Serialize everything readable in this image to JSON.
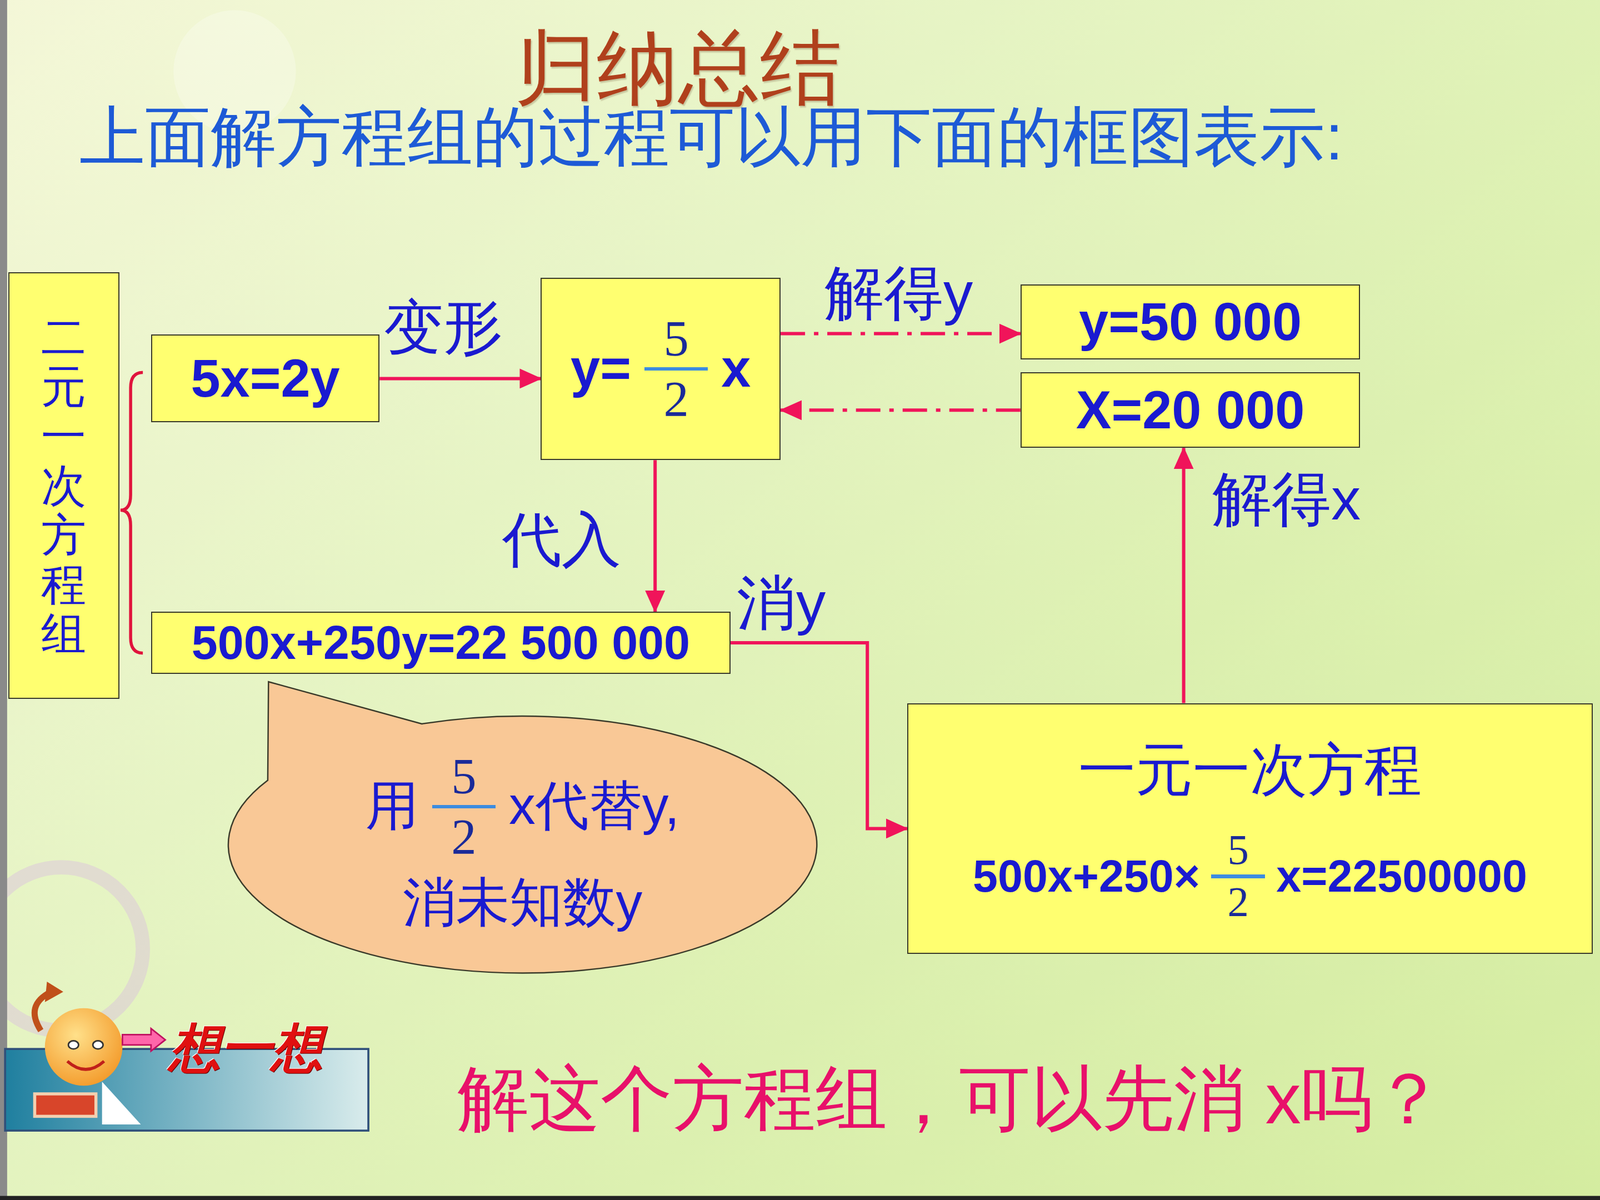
{
  "diagram": {
    "title": "归纳总结",
    "nodes": [
      {
        "text": [
          "二元一次方程组"
        ]
      },
      {
        "text": [
          "5x=2y"
        ]
      },
      {
        "text": [
          "y=",
          "5",
          "2",
          "x"
        ]
      },
      {
        "text": [
          "y=50 000"
        ]
      },
      {
        "text": [
          "X=20 000"
        ]
      },
      {
        "text": [
          "500x+250y=22 500 000"
        ]
      },
      {
        "text": [
          "用",
          "5",
          "2",
          "x代替y,",
          "消未知数y"
        ]
      },
      {
        "text": [
          "一元一次方程",
          "500x+250×",
          "5",
          "2",
          "x=22500000"
        ]
      }
    ],
    "edges": [
      {
        "from": 1,
        "to": 2,
        "arrow": "to",
        "label": "变形"
      },
      {
        "from": 2,
        "to": 3,
        "arrow": "to",
        "label": "解得y"
      },
      {
        "from": 4,
        "to": 2,
        "arrow": "to"
      },
      {
        "from": 2,
        "to": 5,
        "arrow": "to",
        "label": "代入"
      },
      {
        "from": 5,
        "to": 7,
        "arrow": "to",
        "label": "消y"
      },
      {
        "from": 7,
        "to": 4,
        "arrow": "to",
        "label": "解得x"
      }
    ],
    "labels": [
      "上面解方程组的过程可以用下面的框图表示:",
      "想一想",
      "解这个方程组，可以先消 x吗？"
    ]
  }
}
